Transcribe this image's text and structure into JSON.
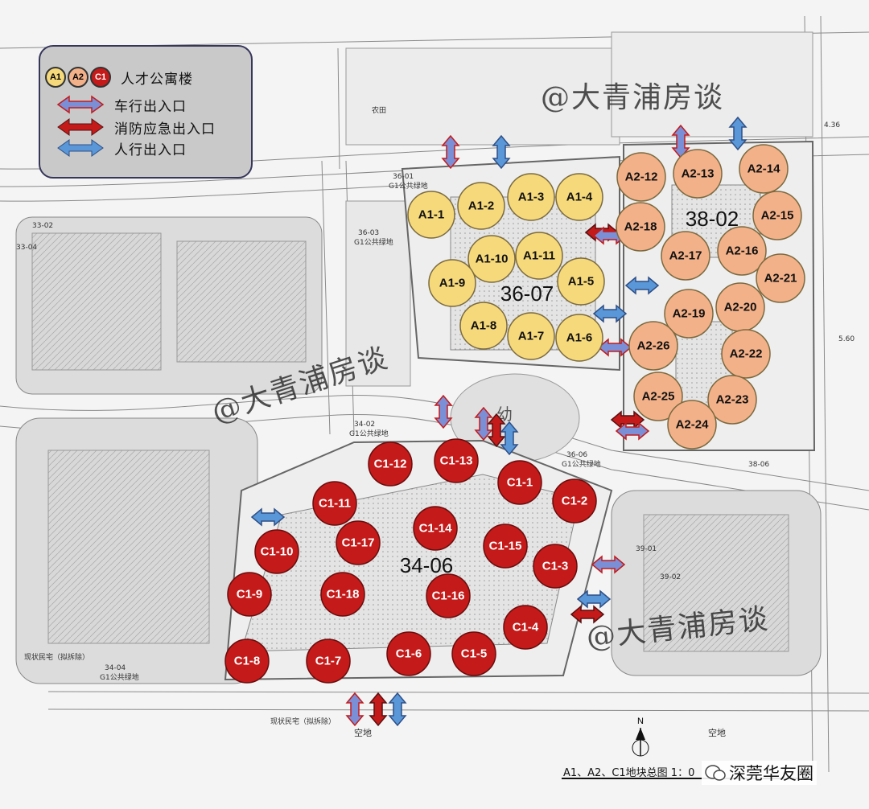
{
  "legend": {
    "apartment_label": "人才公寓楼",
    "chips": [
      {
        "text": "A1",
        "color": "#f6d97a"
      },
      {
        "text": "A2",
        "color": "#f3b189"
      },
      {
        "text": "C1",
        "color": "#c41a1a"
      }
    ],
    "vehicle_label": "车行出入口",
    "fire_label": "消防应急出入口",
    "pedestrian_label": "人行出入口",
    "colors": {
      "vehicle": "#7b8fd6",
      "fire": "#c41a1a",
      "pedestrian": "#5a97d8"
    }
  },
  "watermark": "@大青浦房谈",
  "plots": {
    "p36_07": "36-07",
    "p38_02": "38-02",
    "p34_06": "34-06"
  },
  "buildings": {
    "colors": {
      "A1": "#f6d97a",
      "A2": "#f3b189",
      "C1": "#c41a1a"
    },
    "A1": [
      "A1-1",
      "A1-2",
      "A1-3",
      "A1-4",
      "A1-10",
      "A1-11",
      "A1-9",
      "A1-5",
      "A1-8",
      "A1-7",
      "A1-6"
    ],
    "A2": [
      "A2-12",
      "A2-13",
      "A2-14",
      "A2-18",
      "A2-15",
      "A2-17",
      "A2-16",
      "A2-21",
      "A2-19",
      "A2-20",
      "A2-26",
      "A2-22",
      "A2-25",
      "A2-23",
      "A2-24"
    ],
    "C1": [
      "C1-12",
      "C1-13",
      "C1-1",
      "C1-11",
      "C1-2",
      "C1-17",
      "C1-14",
      "C1-15",
      "C1-10",
      "C1-3",
      "C1-9",
      "C1-18",
      "C1-16",
      "C1-4",
      "C1-8",
      "C1-7",
      "C1-6",
      "C1-5"
    ]
  },
  "small_labels": {
    "farmland": "农田",
    "plot_36_01": "36-01",
    "green_36_01": "G1公共绿地",
    "plot_36_03": "36-03",
    "green_36_03": "G1公共绿地",
    "plot_34_02": "34-02",
    "green_34_02": "G1公共绿地",
    "plot_33_02": "33-02",
    "plot_33_04": "33-04",
    "plot_34_04": "34-04",
    "green_34_04": "G1公共绿地",
    "plot_36_06": "36-06",
    "green_36_06": "G1公共绿地",
    "plot_38_06": "38-06",
    "plot_39_01": "39-01",
    "plot_39_02": "39-02",
    "empty_lot": "空地",
    "kindergarten": "幼",
    "demolish_1": "现状民宅（拟拆除）",
    "demolish_2": "现状民宅（拟拆除）",
    "level_1": "4.36",
    "level_2": "5.60"
  },
  "north": "N",
  "title_block": "A1、A2、C1地块总图   1：",
  "title_tail": "0",
  "wechat": "深莞华友圈"
}
